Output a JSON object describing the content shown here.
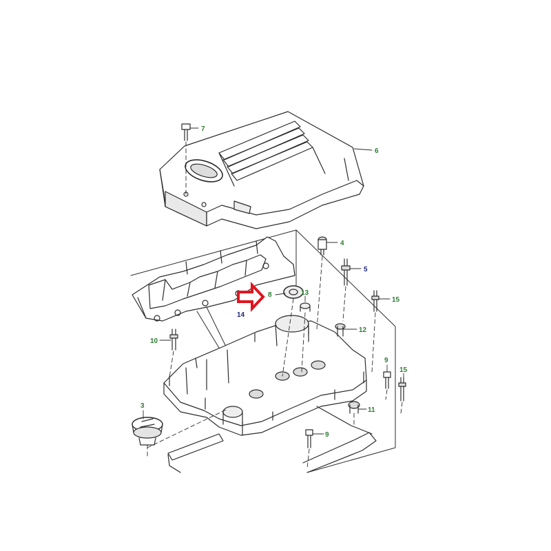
{
  "colors": {
    "outline": "#2b2b2b",
    "leader": "#333333",
    "callout_green": "#2e7d32",
    "callout_blue": "#1a237e",
    "highlight_arrow": "#e0141e",
    "fill": "#ffffff",
    "shade": "#e6e6e6"
  },
  "callouts": [
    {
      "id": "7",
      "text": "7",
      "color": "green"
    },
    {
      "id": "6",
      "text": "6",
      "color": "green"
    },
    {
      "id": "4",
      "text": "4",
      "color": "green"
    },
    {
      "id": "5",
      "text": "5",
      "color": "blue"
    },
    {
      "id": "8",
      "text": "8",
      "color": "green"
    },
    {
      "id": "13",
      "text": "13",
      "color": "green"
    },
    {
      "id": "15a",
      "text": "15",
      "color": "green"
    },
    {
      "id": "14",
      "text": "14",
      "color": "blue"
    },
    {
      "id": "12",
      "text": "12",
      "color": "green"
    },
    {
      "id": "10",
      "text": "10",
      "color": "green"
    },
    {
      "id": "9a",
      "text": "9",
      "color": "green"
    },
    {
      "id": "15b",
      "text": "15",
      "color": "green"
    },
    {
      "id": "3",
      "text": "3",
      "color": "green"
    },
    {
      "id": "11",
      "text": "11",
      "color": "green"
    },
    {
      "id": "9b",
      "text": "9",
      "color": "green"
    }
  ],
  "highlight": {
    "icon": "right-arrow-outline-icon",
    "points_to": "8"
  },
  "logo": {
    "icon": "oval-badge-logo"
  }
}
